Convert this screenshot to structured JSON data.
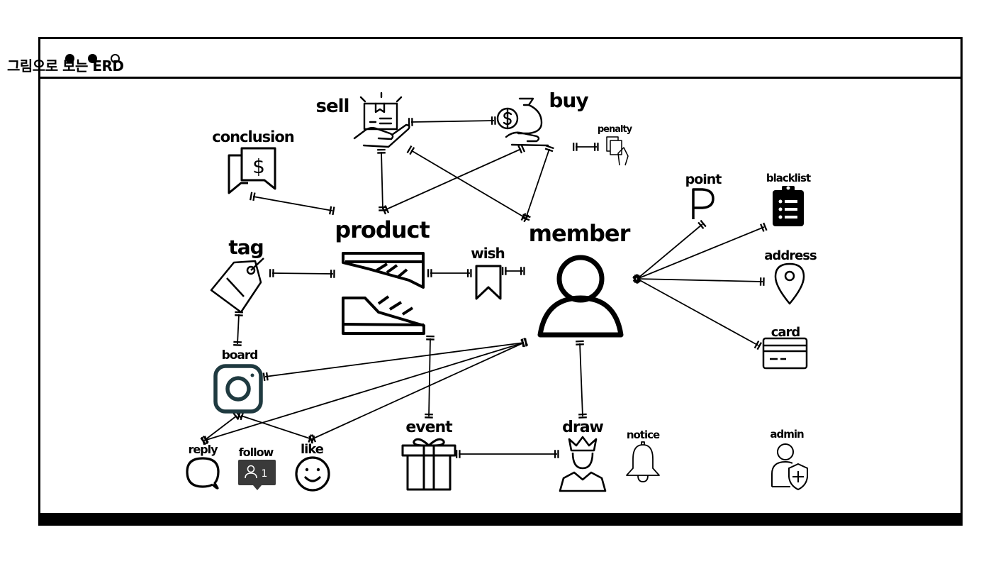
{
  "window": {
    "heading": "그림으로 보는 ERD",
    "dots": [
      "filled",
      "filled",
      "empty"
    ]
  },
  "entities": {
    "sell": "sell",
    "buy": "buy",
    "penalty": "penalty",
    "conclusion": "conclusion",
    "product": "product",
    "member": "member",
    "tag": "tag",
    "wish": "wish",
    "point": "point",
    "blacklist": "blacklist",
    "address": "address",
    "card": "card",
    "board": "board",
    "reply": "reply",
    "follow": "follow",
    "follow_count": "1",
    "like": "like",
    "event": "event",
    "draw": "draw",
    "notice": "notice",
    "admin": "admin"
  },
  "colors": {
    "ink": "#000000",
    "board_icon": "#1f3a40",
    "follow_badge": "#3a3a3a"
  },
  "icons": {
    "sell": "hand-box-icon",
    "buy": "money-bag-hand-icon",
    "penalty": "cards-hand-icon",
    "conclusion": "chat-dollar-icon",
    "product": "sneakers-icon",
    "member": "user-icon",
    "tag": "price-tag-icon",
    "wish": "bookmark-icon",
    "point": "letter-p-icon",
    "blacklist": "clipboard-list-icon",
    "address": "location-pin-icon",
    "card": "credit-card-icon",
    "board": "instagram-icon",
    "reply": "speech-bubble-icon",
    "follow": "follower-badge-icon",
    "like": "smiley-icon",
    "event": "gift-box-icon",
    "draw": "crowned-person-icon",
    "notice": "bell-icon",
    "admin": "admin-user-icon"
  }
}
